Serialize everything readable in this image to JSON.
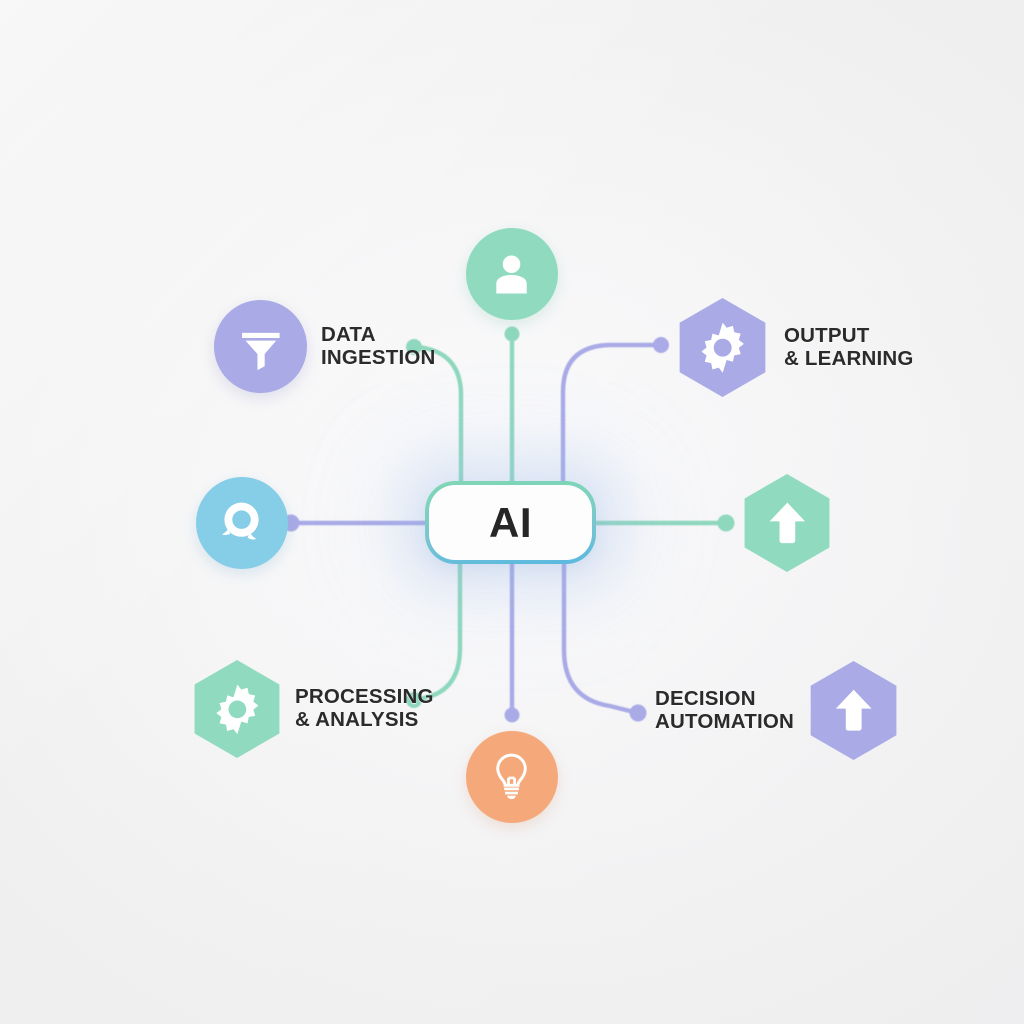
{
  "diagram": {
    "title": "AI",
    "background_color": "#f3f3f4",
    "core": {
      "label": "AI",
      "border_gradient_from": "#7fd6b4",
      "border_gradient_to": "#5bb8e0"
    },
    "palette": {
      "purple": "#a9aae6",
      "mint": "#90dbc0",
      "blue": "#86cde8",
      "orange": "#f5a97a",
      "text": "#2b2b2b"
    },
    "nodes": [
      {
        "id": "data-ingestion",
        "label": "DATA\nINGESTION",
        "icon": "funnel-icon",
        "shape": "circle",
        "color": "#a9aae6"
      },
      {
        "id": "user",
        "label": "",
        "icon": "user-icon",
        "shape": "circle",
        "color": "#90dbc0"
      },
      {
        "id": "output-learning",
        "label": "OUTPUT\n& LEARNING",
        "icon": "gear-icon",
        "shape": "hex",
        "color": "#a9aae6"
      },
      {
        "id": "insight-query",
        "label": "",
        "icon": "chat-search-icon",
        "shape": "circle",
        "color": "#86cde8"
      },
      {
        "id": "output-arrow",
        "label": "",
        "icon": "arrow-up-icon",
        "shape": "hex",
        "color": "#90dbc0"
      },
      {
        "id": "processing-analysis",
        "label": "PROCESSING\n& ANALYSIS",
        "icon": "gear-icon",
        "shape": "hex",
        "color": "#90dbc0"
      },
      {
        "id": "idea",
        "label": "",
        "icon": "lightbulb-icon",
        "shape": "circle",
        "color": "#f5a97a"
      },
      {
        "id": "decision-automation",
        "label": "DECISION\nAUTOMATION",
        "icon": "arrow-up-icon",
        "shape": "hex",
        "color": "#a9aae6"
      }
    ],
    "connectors": [
      {
        "id": "core-to-data-ingestion",
        "color": "#90dbc0",
        "style": "curve-up-left"
      },
      {
        "id": "core-to-user",
        "color": "#90dbc0",
        "style": "straight-up"
      },
      {
        "id": "core-to-output-learning",
        "color": "#a9aae6",
        "style": "curve-up-right"
      },
      {
        "id": "core-to-insight-query",
        "color": "#a9aae6",
        "style": "straight-left"
      },
      {
        "id": "core-to-output-arrow",
        "color": "#90dbc0",
        "style": "straight-right"
      },
      {
        "id": "core-to-processing",
        "color": "#90dbc0",
        "style": "curve-down-left"
      },
      {
        "id": "core-to-idea",
        "color": "#a9aae6",
        "style": "straight-down"
      },
      {
        "id": "core-to-decision",
        "color": "#a9aae6",
        "style": "curve-down-right"
      }
    ]
  }
}
